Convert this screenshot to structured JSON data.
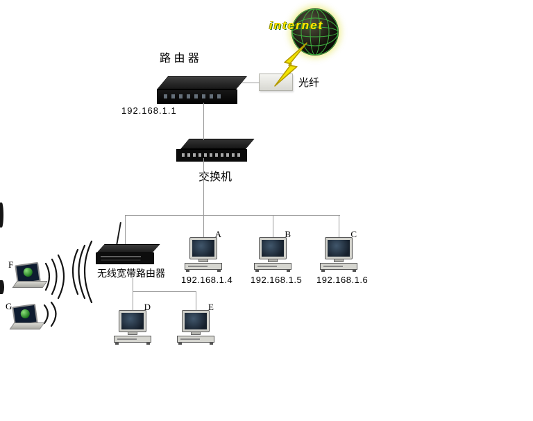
{
  "internet": {
    "label": "internet"
  },
  "router": {
    "label": "路 由 器",
    "ip": "192.168.1.1"
  },
  "fiber": {
    "label": "光纤"
  },
  "switch": {
    "label": "交换机"
  },
  "wireless_router": {
    "label": "无线宽带路由器"
  },
  "computers": [
    {
      "id": "A",
      "ip": "192.168.1.4"
    },
    {
      "id": "B",
      "ip": "192.168.1.5"
    },
    {
      "id": "C",
      "ip": "192.168.1.6"
    },
    {
      "id": "D",
      "ip": ""
    },
    {
      "id": "E",
      "ip": ""
    }
  ],
  "laptops": [
    {
      "id": "F"
    },
    {
      "id": "G"
    }
  ],
  "colors": {
    "cable": "#999999",
    "device_black": "#0d0d0d",
    "lightning": "#f2e400",
    "internet_text": "#ffe400",
    "globe_grid": "#3fae3f",
    "screen_navy": "#1b2a3a"
  }
}
